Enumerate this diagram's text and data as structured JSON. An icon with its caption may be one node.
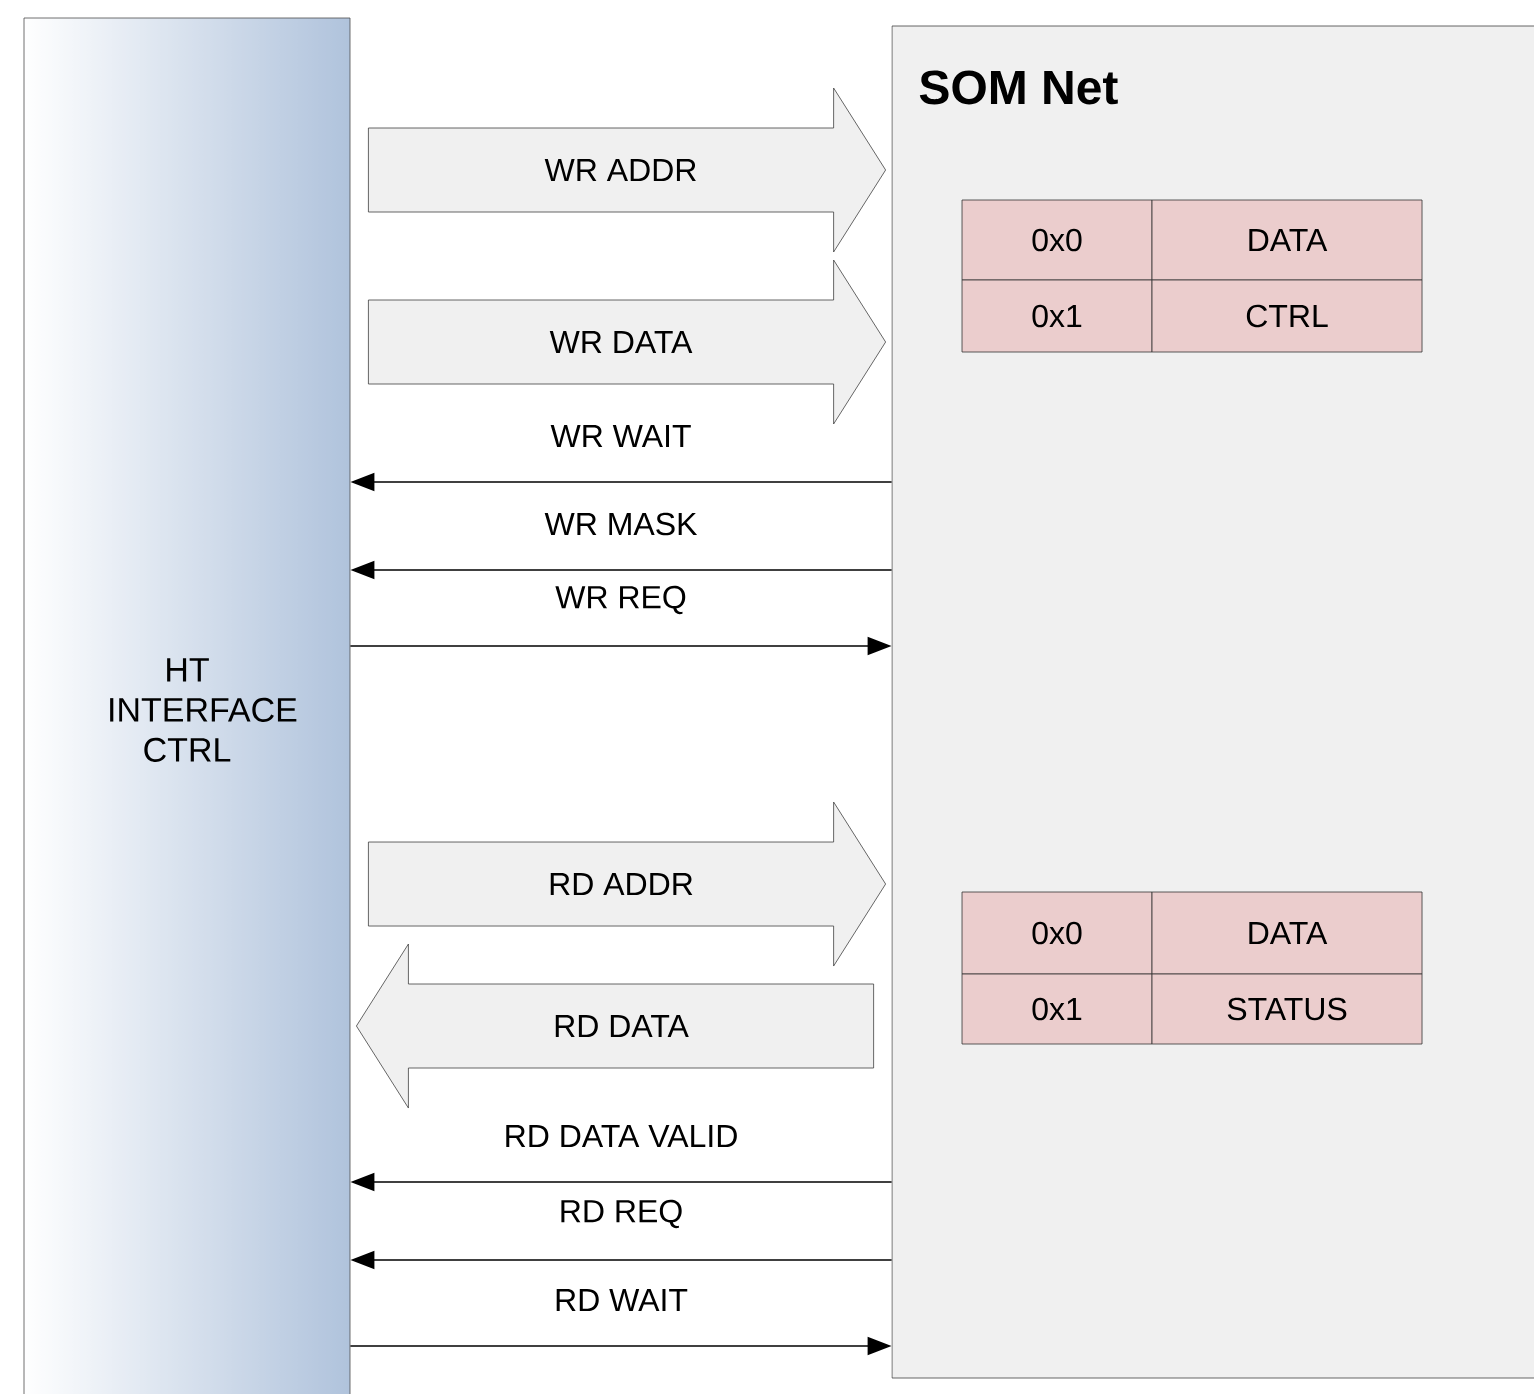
{
  "diagram": {
    "nodes": [
      {
        "text": [
          "HT INTERFACE CTRL"
        ]
      },
      {
        "text": [
          "SOM Net"
        ]
      },
      {
        "text": [
          "0x0"
        ],
        "in": 1
      },
      {
        "text": [
          "DATA"
        ],
        "in": 1
      },
      {
        "text": [
          "0x1"
        ],
        "in": 1
      },
      {
        "text": [
          "CTRL"
        ],
        "in": 1
      },
      {
        "text": [
          "0x0"
        ],
        "in": 1
      },
      {
        "text": [
          "DATA"
        ],
        "in": 1
      },
      {
        "text": [
          "0x1"
        ],
        "in": 1
      },
      {
        "text": [
          "STATUS"
        ],
        "in": 1
      }
    ],
    "edges": [
      {
        "from": 0,
        "to": 1,
        "arrow": "to",
        "label": "WR ADDR",
        "style": "thick"
      },
      {
        "from": 0,
        "to": 1,
        "arrow": "to",
        "label": "WR DATA",
        "style": "thick"
      },
      {
        "from": 1,
        "to": 0,
        "arrow": "to",
        "label": "WR WAIT"
      },
      {
        "from": 1,
        "to": 0,
        "arrow": "to",
        "label": "WR MASK"
      },
      {
        "from": 0,
        "to": 1,
        "arrow": "to",
        "label": "WR REQ"
      },
      {
        "from": 0,
        "to": 1,
        "arrow": "to",
        "label": "RD ADDR",
        "style": "thick"
      },
      {
        "from": 1,
        "to": 0,
        "arrow": "to",
        "label": "RD DATA",
        "style": "thick"
      },
      {
        "from": 1,
        "to": 0,
        "arrow": "to",
        "label": "RD DATA VALID"
      },
      {
        "from": 1,
        "to": 0,
        "arrow": "to",
        "label": "RD REQ"
      },
      {
        "from": 0,
        "to": 1,
        "arrow": "to",
        "label": "RD WAIT"
      }
    ]
  }
}
